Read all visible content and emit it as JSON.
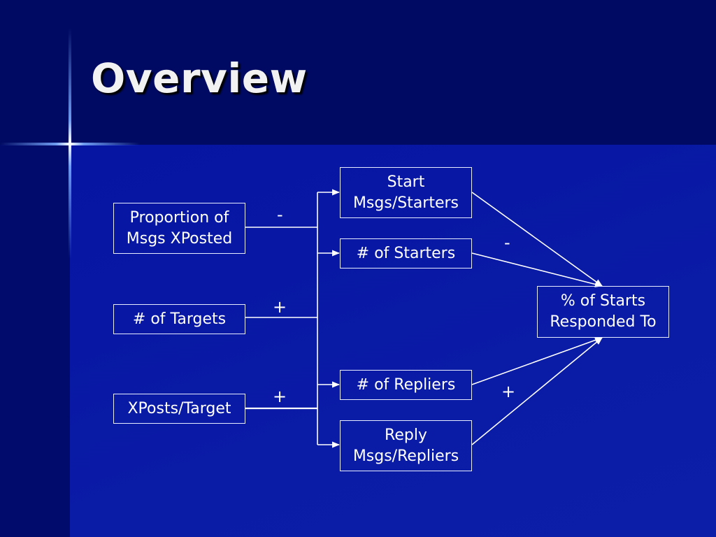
{
  "slide": {
    "title": "Overview"
  },
  "nodes": {
    "proportion_xposted": "Proportion of\nMsgs XPosted",
    "num_targets": "# of Targets",
    "xposts_per_target": "XPosts/Target",
    "start_msgs_per_starter": "Start\nMsgs/Starters",
    "num_starters": "# of Starters",
    "num_repliers": "# of Repliers",
    "reply_msgs_per_replier": "Reply\nMsgs/Repliers",
    "pct_starts_responded": "% of Starts\nResponded To"
  },
  "signs": {
    "proportion_xposted": "-",
    "num_targets": "+",
    "xposts_per_target": "+",
    "starters_to_outcome": "-",
    "repliers_to_outcome": "+"
  },
  "colors": {
    "background": "#000b66",
    "line": "#ffffff"
  }
}
